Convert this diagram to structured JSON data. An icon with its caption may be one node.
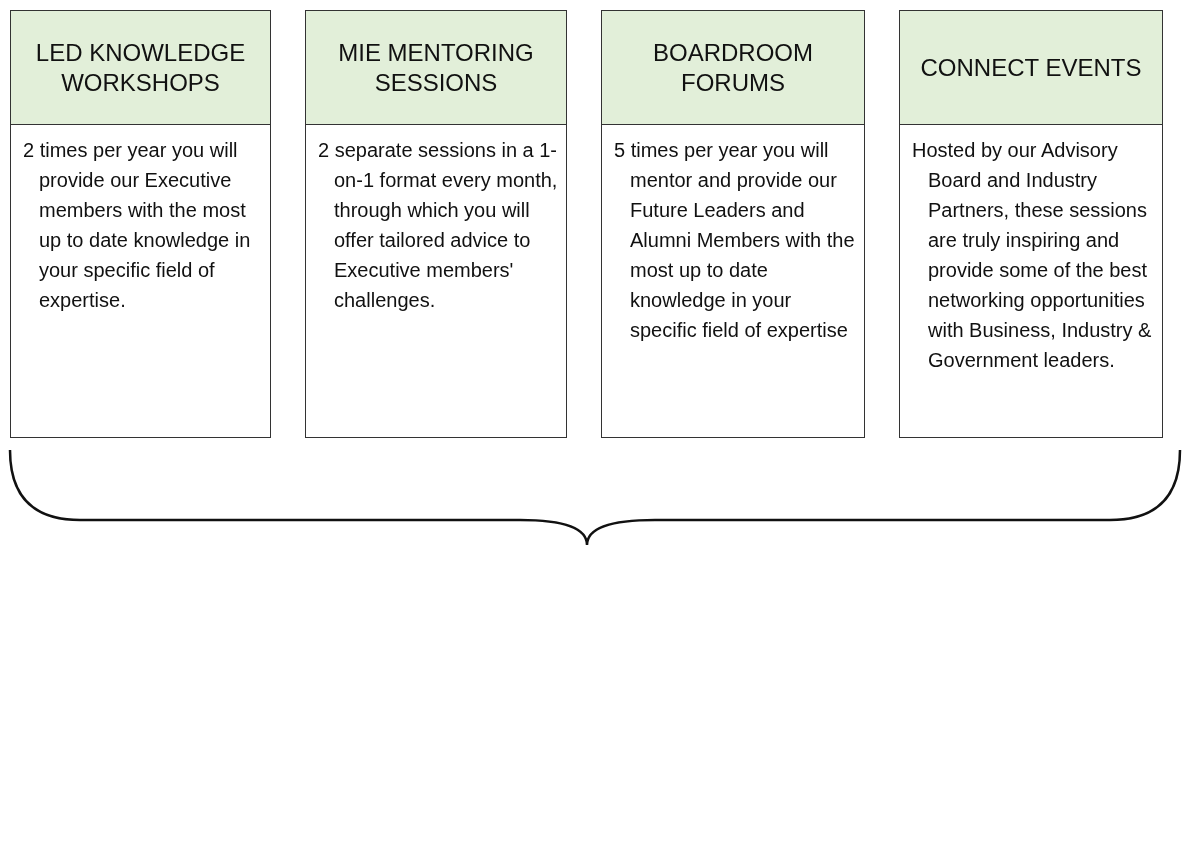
{
  "diagram": {
    "nodes": [
      {
        "text": [
          "LED KNOWLEDGE WORKSHOPS"
        ]
      },
      {
        "text": [
          "MIE MENTORING SESSIONS"
        ]
      },
      {
        "text": [
          "BOARDROOM FORUMS"
        ]
      },
      {
        "text": [
          "CONNECT EVENTS"
        ]
      },
      {
        "text": [
          "2 times per year you will provide our Executive members with the most up to date knowledge in your specific field of expertise."
        ]
      },
      {
        "text": [
          "2 separate sessions in a 1-on-1 format every month, through which you will offer tailored advice to Executive members' challenges."
        ]
      },
      {
        "text": [
          "5 times per year you will mentor and provide our Future Leaders and Alumni Members with the most up to date knowledge in your specific field of expertise"
        ]
      },
      {
        "text": [
          "Hosted by our Advisory Board and Industry Partners, these sessions are truly inspiring and provide some of the best networking opportunities with Business, Industry & Government leaders."
        ]
      }
    ]
  }
}
